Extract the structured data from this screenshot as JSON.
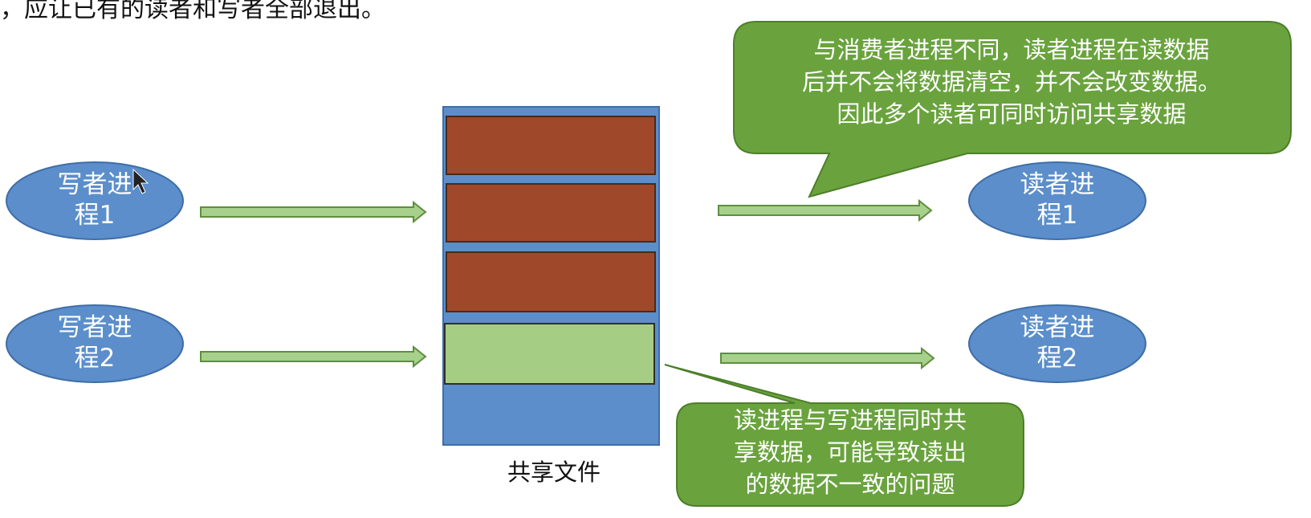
{
  "top_fragment": "，应让已有的读者和写者全部退出。",
  "writers": [
    {
      "line1": "写者进",
      "line2": "程1"
    },
    {
      "line1": "写者进",
      "line2": "程2"
    }
  ],
  "readers": [
    {
      "line1": "读者进",
      "line2": "程1"
    },
    {
      "line1": "读者进",
      "line2": "程2"
    }
  ],
  "shared_file": {
    "caption": "共享文件",
    "blocks": [
      "written",
      "written",
      "written",
      "writing",
      "empty"
    ]
  },
  "callouts": {
    "top": {
      "lines": [
        "与消费者进程不同，读者进程在读数据",
        "后并不会将数据清空，并不会改变数据。",
        "因此多个读者可同时访问共享数据"
      ]
    },
    "bottom": {
      "lines": [
        "读进程与写进程同时共",
        "享数据，可能导致读出",
        "的数据不一致的问题"
      ]
    }
  },
  "colors": {
    "ellipse_fill": "#5b8ecb",
    "ellipse_stroke": "#3f6ea8",
    "file_bg": "#5b8ecb",
    "block_written": "#a0482a",
    "block_writing": "#a5cd84",
    "arrow_fill": "#a7d08c",
    "arrow_stroke": "#5f8f3e",
    "callout_fill": "#6aa33e",
    "callout_stroke": "#4d7f2a"
  }
}
